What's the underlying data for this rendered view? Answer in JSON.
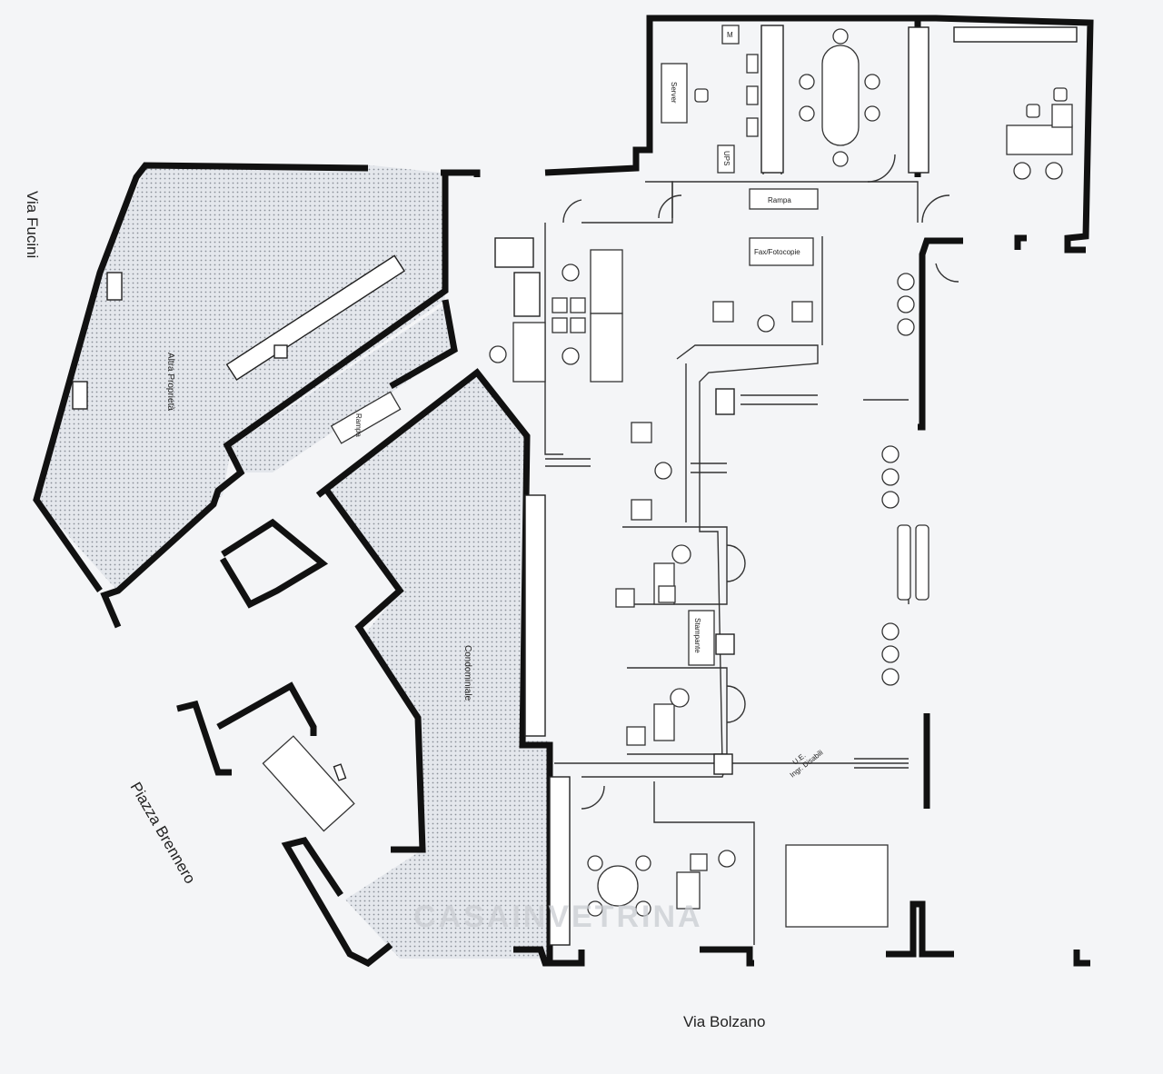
{
  "streets": {
    "top_left": "Via Fucini",
    "bottom_left": "Piazza Brennero",
    "bottom": "Via Bolzano"
  },
  "areas": {
    "other_property": "Altra Proprietà",
    "condominium": "Condominiale"
  },
  "rooms": {
    "server": "Server",
    "ups": "UPS",
    "m": "M",
    "ramp_top": "Rampa",
    "ramp_left": "Rampa",
    "fax": "Fax/Fotocopie",
    "printer": "Stampante",
    "exit_line1": "U.E.",
    "exit_line2": "Ingr. Disabili"
  },
  "watermark": "CASAINVETRINA"
}
